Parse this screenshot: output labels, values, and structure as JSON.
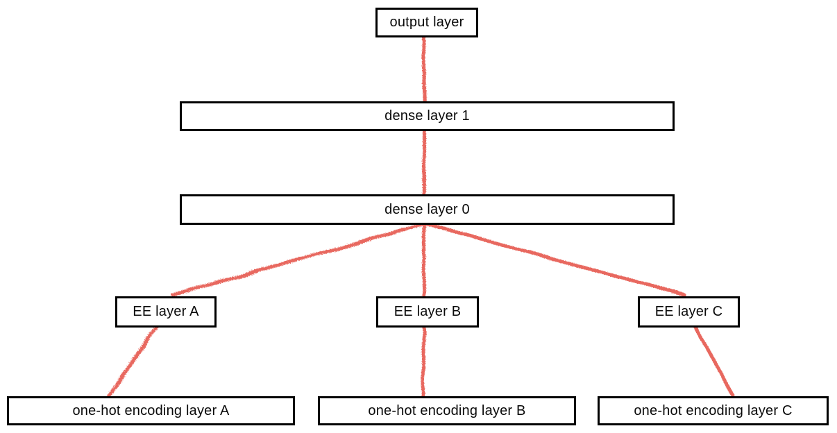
{
  "diagram": {
    "type": "neural-network-architecture",
    "nodes": {
      "output": {
        "label": "output layer"
      },
      "dense1": {
        "label": "dense layer 1"
      },
      "dense0": {
        "label": "dense layer 0"
      },
      "ee_a": {
        "label": "EE layer A"
      },
      "ee_b": {
        "label": "EE layer B"
      },
      "ee_c": {
        "label": "EE layer C"
      },
      "onehot_a": {
        "label": "one-hot encoding layer A"
      },
      "onehot_b": {
        "label": "one-hot encoding layer B"
      },
      "onehot_c": {
        "label": "one-hot encoding layer C"
      }
    },
    "edges": [
      {
        "from": "output",
        "to": "dense1"
      },
      {
        "from": "dense1",
        "to": "dense0"
      },
      {
        "from": "dense0",
        "to": "ee_a"
      },
      {
        "from": "dense0",
        "to": "ee_b"
      },
      {
        "from": "dense0",
        "to": "ee_c"
      },
      {
        "from": "ee_a",
        "to": "onehot_a"
      },
      {
        "from": "ee_b",
        "to": "onehot_b"
      },
      {
        "from": "ee_c",
        "to": "onehot_c"
      }
    ],
    "colors": {
      "edge": "#e8685f",
      "box_border": "#000000",
      "box_fill": "#ffffff",
      "text": "#0a0a0a",
      "background": "#ffffff"
    }
  }
}
